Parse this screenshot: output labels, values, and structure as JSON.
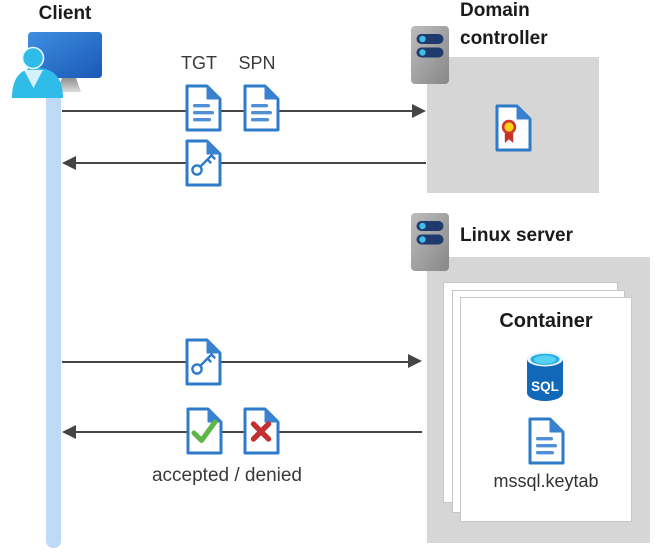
{
  "client": {
    "label": "Client"
  },
  "domain_controller": {
    "label": "Domain controller"
  },
  "linux_server": {
    "label": "Linux server"
  },
  "container": {
    "label": "Container",
    "sql_label": "SQL",
    "keytab_file": "mssql.keytab"
  },
  "flow": {
    "tgt": "TGT",
    "spn": "SPN",
    "result": "accepted / denied"
  },
  "icons": {
    "client_workstation": "user-at-monitor-icon",
    "server": "server-tower-icon",
    "certificate": "document-with-seal-icon",
    "ticket_document": "document-with-lines-icon",
    "key_ticket": "document-with-key-icon",
    "accepted": "document-with-green-check-icon",
    "denied": "document-with-red-x-icon",
    "sql_database": "sql-cylinder-icon",
    "keytab_document": "document-with-lines-icon"
  },
  "colors": {
    "document_blue": "#2E7BC9",
    "box_gray": "#D6D6D6",
    "arrow_gray": "#454545",
    "lifeline_blue": "#BFDAF7",
    "person_cyan": "#30BCE8",
    "monitor_blue": "#2B74CE",
    "accept_green": "#5CB648",
    "deny_red": "#C23030",
    "sql_blue": "#1268B8",
    "seal_yellow": "#FFD21E",
    "seal_red": "#D0342C",
    "server_navy": "#1F3A6C"
  }
}
